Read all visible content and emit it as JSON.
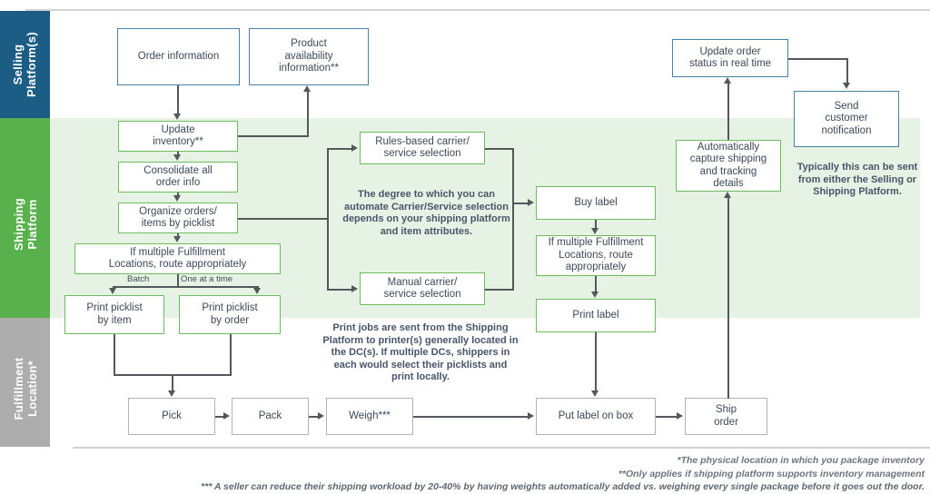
{
  "title": "Order fulfillment swimlane flowchart",
  "lanes": [
    {
      "id": "selling",
      "label": "Selling\nPlatform(s)",
      "color": "#1b5d84"
    },
    {
      "id": "shipping",
      "label": "Shipping\nPlatform",
      "color": "#58b14c"
    },
    {
      "id": "fulfil",
      "label": "Fulfillment\nLocation*",
      "color": "#adadad"
    }
  ],
  "palette": {
    "selling_band": "#1b5d84",
    "shipping_band": "#58b14c",
    "fulfillment_band": "#adadad",
    "shipping_lane_bg": "#e6f2e3",
    "blue_box_border": "#4b83a8",
    "green_box_border": "#6ebd5c",
    "gray_box_border": "#b3b3b3",
    "connector": "#54585c",
    "text": "#3b4a5a"
  },
  "nodes": {
    "order_information": "Order information",
    "product_availability": "Product\navailability\ninformation**",
    "update_inventory": "Update\ninventory**",
    "consolidate": "Consolidate all\norder info",
    "organize": "Organize orders/\nitems by picklist",
    "route_left": "If multiple Fulfillment\nLocations, route appropriately",
    "print_picklist_item": "Print picklist\nby item",
    "print_picklist_order": "Print picklist\nby order",
    "rules_based": "Rules-based carrier/\nservice selection",
    "manual_carrier": "Manual carrier/\nservice selection",
    "buy_label": "Buy label",
    "route_right": "If multiple Fulfillment\nLocations, route\nappropriately",
    "print_label": "Print label",
    "pick": "Pick",
    "pack": "Pack",
    "weigh": "Weigh***",
    "put_label_on_box": "Put label on box",
    "ship_order": "Ship\norder",
    "auto_capture": "Automatically\ncapture shipping\nand tracking\ndetails",
    "update_order_status": "Update order\nstatus in real time",
    "send_customer_notification": "Send\ncustomer\nnotification"
  },
  "edge_labels": {
    "batch": "Batch",
    "one_at_a_time": "One at a time"
  },
  "annotations": {
    "carrier_note": "The degree to which you can\nautomate Carrier/Service selection\ndepends on your shipping platform\nand item attributes.",
    "print_note": "Print jobs are sent from the Shipping\nPlatform to printer(s) generally located in\nthe DC(s). If multiple DCs, shippers in\neach would select their picklists and\nprint locally.",
    "notification_note": "Typically this can be sent\nfrom either the Selling or\nShipping Platform."
  },
  "footnotes": [
    "*The physical location in which you package inventory",
    "**Only applies if shipping platform supports inventory management",
    "*** A seller can reduce their shipping workload by 20-40% by having weights automatically added vs. weighing every single package before it goes out the door."
  ]
}
